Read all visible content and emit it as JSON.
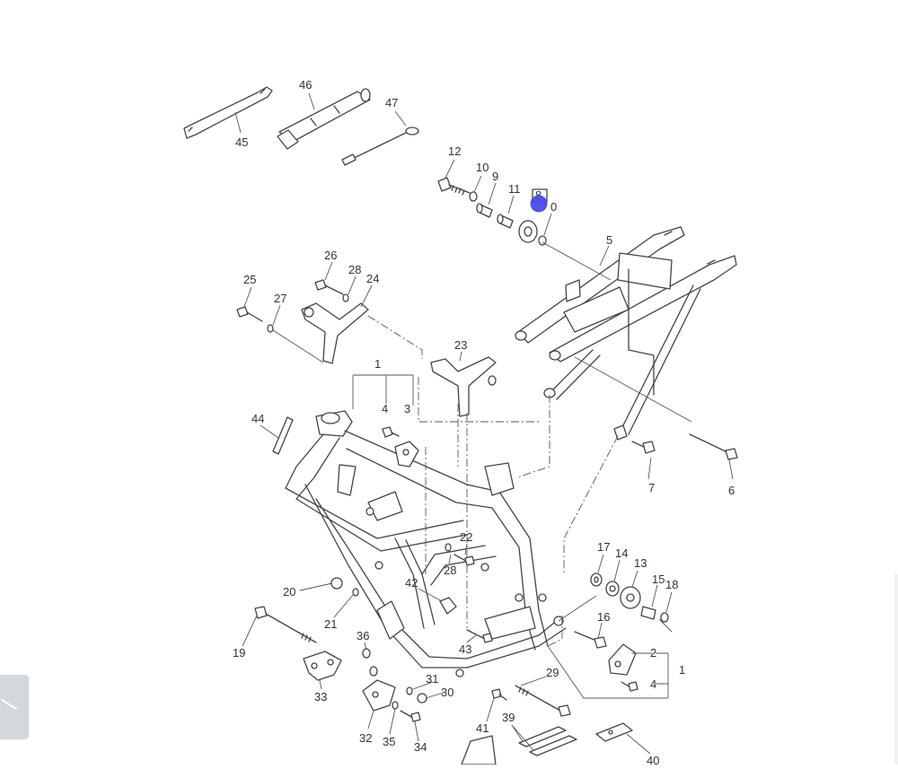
{
  "diagram": {
    "callouts": [
      {
        "id": "c45",
        "text": "45"
      },
      {
        "id": "c46",
        "text": "46"
      },
      {
        "id": "c47",
        "text": "47"
      },
      {
        "id": "c12",
        "text": "12"
      },
      {
        "id": "c10a",
        "text": "10"
      },
      {
        "id": "c9",
        "text": "9"
      },
      {
        "id": "c11",
        "text": "11"
      },
      {
        "id": "c8",
        "text": "8"
      },
      {
        "id": "c10b",
        "text": "0"
      },
      {
        "id": "c5",
        "text": "5"
      },
      {
        "id": "c26",
        "text": "26"
      },
      {
        "id": "c28a",
        "text": "28"
      },
      {
        "id": "c24",
        "text": "24"
      },
      {
        "id": "c25",
        "text": "25"
      },
      {
        "id": "c27",
        "text": "27"
      },
      {
        "id": "c23",
        "text": "23"
      },
      {
        "id": "c1a",
        "text": "1"
      },
      {
        "id": "c4a",
        "text": "4"
      },
      {
        "id": "c3",
        "text": "3"
      },
      {
        "id": "c44",
        "text": "44"
      },
      {
        "id": "c7",
        "text": "7"
      },
      {
        "id": "c6",
        "text": "6"
      },
      {
        "id": "c22",
        "text": "22"
      },
      {
        "id": "c28b",
        "text": "28"
      },
      {
        "id": "c17",
        "text": "17"
      },
      {
        "id": "c14",
        "text": "14"
      },
      {
        "id": "c13",
        "text": "13"
      },
      {
        "id": "c15",
        "text": "15"
      },
      {
        "id": "c18",
        "text": "18"
      },
      {
        "id": "c20",
        "text": "20"
      },
      {
        "id": "c42",
        "text": "42"
      },
      {
        "id": "c16",
        "text": "16"
      },
      {
        "id": "c21",
        "text": "21"
      },
      {
        "id": "c19",
        "text": "19"
      },
      {
        "id": "c36",
        "text": "36"
      },
      {
        "id": "c43",
        "text": "43"
      },
      {
        "id": "c2",
        "text": "2"
      },
      {
        "id": "c1b",
        "text": "1"
      },
      {
        "id": "c4b",
        "text": "4"
      },
      {
        "id": "c31",
        "text": "31"
      },
      {
        "id": "c29",
        "text": "29"
      },
      {
        "id": "c30",
        "text": "30"
      },
      {
        "id": "c33",
        "text": "33"
      },
      {
        "id": "c41",
        "text": "41"
      },
      {
        "id": "c39",
        "text": "39"
      },
      {
        "id": "c32",
        "text": "32"
      },
      {
        "id": "c35",
        "text": "35"
      },
      {
        "id": "c34",
        "text": "34"
      },
      {
        "id": "c40",
        "text": "40"
      }
    ]
  },
  "colors": {
    "line": "#444444",
    "marker": "#4a4ae6",
    "tab": "#d3d8dd"
  },
  "icons": {
    "left_tab": "chevron-left-icon",
    "marker": "cursor-dot-icon"
  }
}
